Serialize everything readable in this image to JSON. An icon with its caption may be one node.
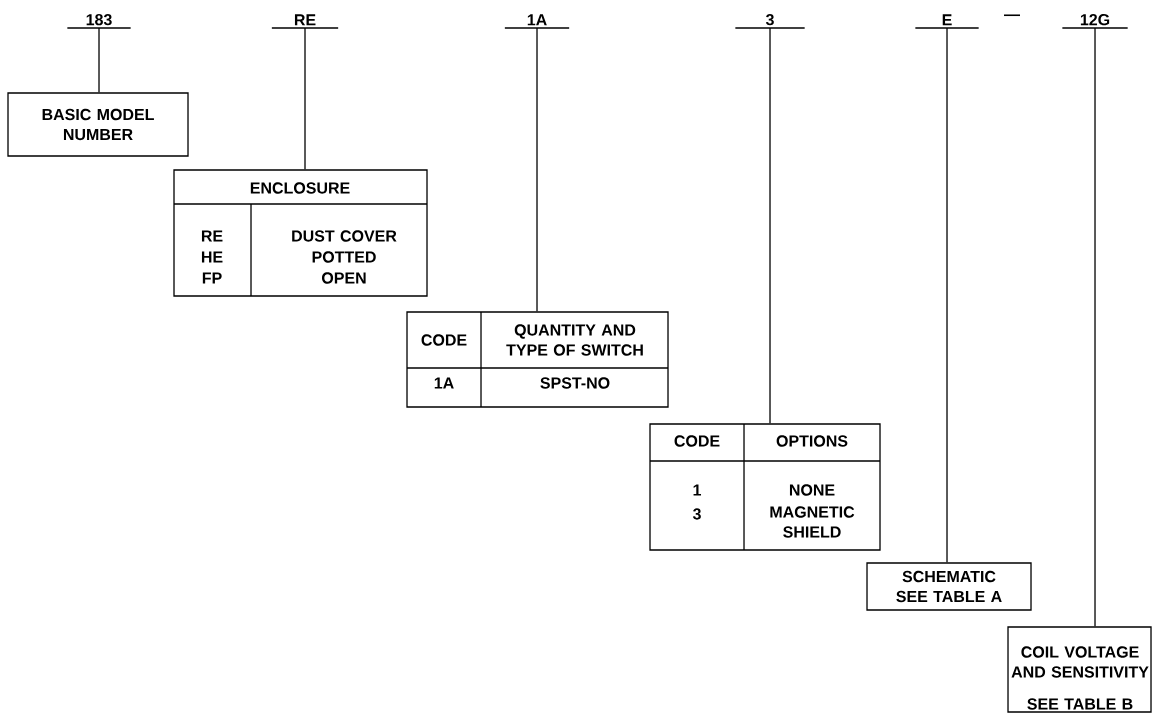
{
  "diagram": {
    "nodes": [
      {
        "text": [
          "183"
        ]
      },
      {
        "text": [
          "RE"
        ]
      },
      {
        "text": [
          "1A"
        ]
      },
      {
        "text": [
          "3"
        ]
      },
      {
        "text": [
          "E"
        ]
      },
      {
        "text": [
          "12G"
        ]
      },
      {
        "text": [
          "BASIC MODEL NUMBER"
        ]
      },
      {
        "text": [
          "ENCLOSURE",
          "RE",
          "HE",
          "FP",
          "DUST COVER",
          "POTTED",
          "OPEN"
        ]
      },
      {
        "text": [
          "CODE",
          "QUANTITY AND TYPE OF SWITCH",
          "1A",
          "SPST-NO"
        ]
      },
      {
        "text": [
          "CODE",
          "OPTIONS",
          "1",
          "3",
          "NONE",
          "MAGNETIC SHIELD"
        ]
      },
      {
        "text": [
          "SCHEMATIC SEE TABLE A"
        ]
      },
      {
        "text": [
          "COIL VOLTAGE AND SENSITIVITY",
          "SEE TABLE B"
        ]
      }
    ],
    "edges": [
      {
        "from": 0,
        "to": 6,
        "arrow": "none"
      },
      {
        "from": 1,
        "to": 7,
        "arrow": "none"
      },
      {
        "from": 2,
        "to": 8,
        "arrow": "none"
      },
      {
        "from": 3,
        "to": 9,
        "arrow": "none"
      },
      {
        "from": 4,
        "to": 10,
        "arrow": "none"
      },
      {
        "from": 5,
        "to": 11,
        "arrow": "none"
      }
    ],
    "labels": [
      "—"
    ]
  }
}
